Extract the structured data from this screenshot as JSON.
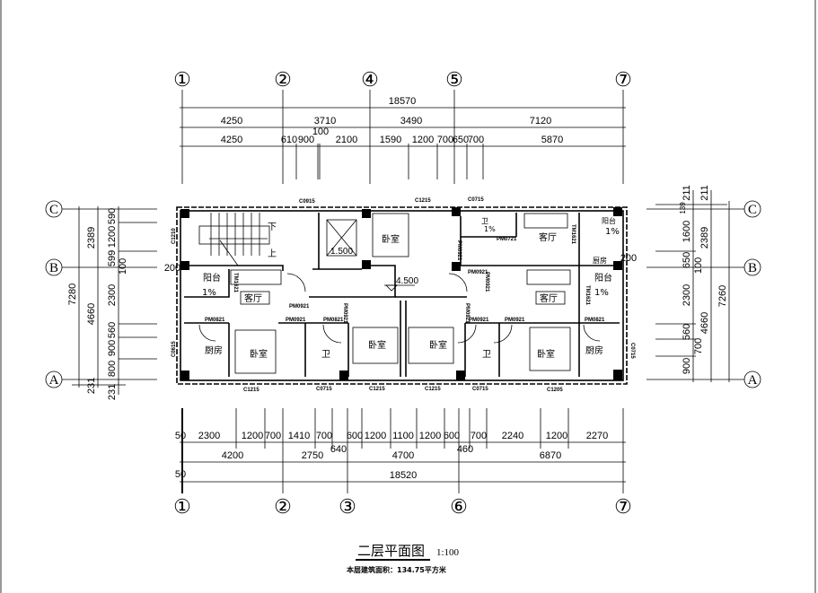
{
  "drawing": {
    "title": "二层平面图",
    "scale": "1:100",
    "area_note": "本层建筑面积：134.75平方米"
  },
  "axes": {
    "top": [
      "①",
      "②",
      "④",
      "⑤",
      "⑦"
    ],
    "bottom": [
      "①",
      "②",
      "③",
      "⑥",
      "⑦"
    ],
    "left": [
      "C",
      "B",
      "A"
    ],
    "right": [
      "C",
      "B",
      "A"
    ]
  },
  "dims_top": {
    "total": "18570",
    "row2": [
      "4250",
      "3710",
      "3490",
      "7120"
    ],
    "row3": [
      "4250",
      "610",
      "900",
      "100",
      "2100",
      "1590",
      "1200",
      "700",
      "650",
      "700",
      "5870"
    ]
  },
  "dims_bottom": {
    "row1": [
      "50",
      "2300",
      "1200",
      "700",
      "1410",
      "700",
      "600",
      "1200",
      "1100",
      "1200",
      "600",
      "700",
      "2240",
      "1200",
      "2270"
    ],
    "row1_sub": [
      "640",
      "460"
    ],
    "row2": [
      "4200",
      "2750",
      "4700",
      "6870"
    ],
    "total": [
      "50",
      "18520"
    ]
  },
  "dims_left": {
    "outer": [
      "7280"
    ],
    "middle": [
      "2389",
      "4660",
      "231"
    ],
    "inner": [
      "590",
      "1200",
      "599",
      "100",
      "2300",
      "560",
      "900",
      "800",
      "231"
    ],
    "wall": "200"
  },
  "dims_right": {
    "outer": [
      "7260"
    ],
    "middle": [
      "211",
      "2389",
      "4660"
    ],
    "inner": [
      "211",
      "139",
      "1600",
      "650",
      "100",
      "2300",
      "560",
      "700",
      "900"
    ],
    "wall": "200"
  },
  "rooms": {
    "stair_down": "下",
    "stair_up": "上",
    "bedroom": "卧室",
    "living": "客厅",
    "balcony": "阳台",
    "slope": "1%",
    "kitchen": "厨房",
    "bath": "卫",
    "elev_floor": "4.500",
    "elev_pit": "1.500"
  },
  "openings": {
    "C0915": "C0915",
    "C1215": "C1215",
    "C0715": "C0715",
    "C1210": "C1210",
    "C0615": "C0615",
    "C1205": "C1205",
    "PM0921": "PM0921",
    "PM0821": "PM0821",
    "PM0721": "PM0721",
    "TM1621": "TM1621"
  }
}
